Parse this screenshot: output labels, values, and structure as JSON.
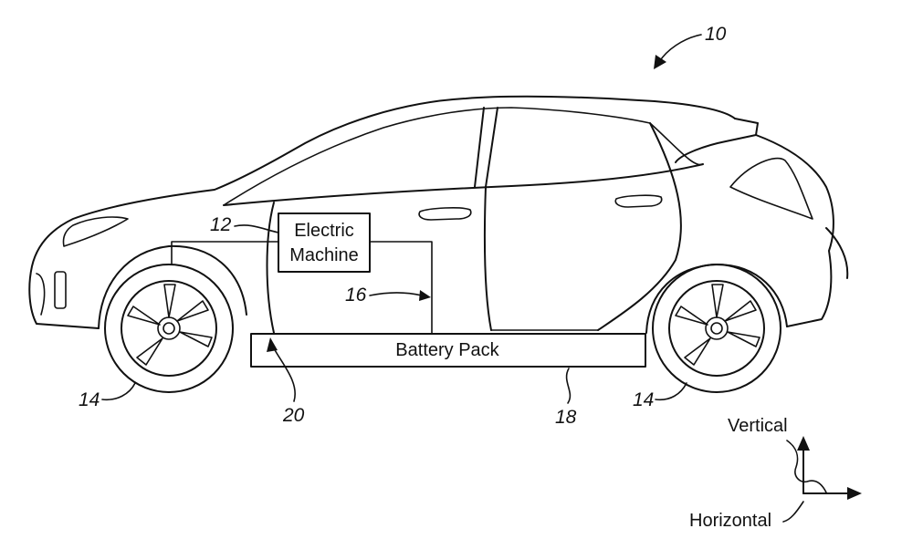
{
  "figure": {
    "overall_ref": "10",
    "electric_machine": {
      "ref": "12",
      "label_line1": "Electric",
      "label_line2": "Machine"
    },
    "wheel_refs": [
      "14",
      "14"
    ],
    "connection_ref": "16",
    "battery_pack": {
      "ref": "18",
      "label": "Battery Pack"
    },
    "mount_ref": "20",
    "axes": {
      "vertical": "Vertical",
      "horizontal": "Horizontal"
    }
  }
}
